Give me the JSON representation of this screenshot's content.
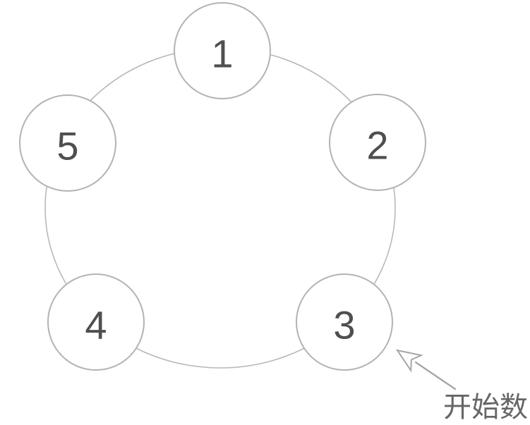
{
  "diagram": {
    "type": "circular-ring-of-nodes",
    "description_visible_content": "Five numbered circles evenly placed on a ring, arrow pointing to node 3",
    "nodes": [
      {
        "id": 1,
        "label": "1"
      },
      {
        "id": 2,
        "label": "2"
      },
      {
        "id": 3,
        "label": "3"
      },
      {
        "id": 4,
        "label": "4"
      },
      {
        "id": 5,
        "label": "5"
      }
    ],
    "annotation": {
      "text": "开始数",
      "points_to_node": "3"
    },
    "colors": {
      "background": "#ffffff",
      "ring_stroke": "#b9b9b9",
      "node_stroke": "#b3b3b3",
      "node_fill": "#ffffff",
      "node_label": "#4f4f4f",
      "arrow": "#a6a6a6",
      "annotation_text": "#666666"
    }
  }
}
